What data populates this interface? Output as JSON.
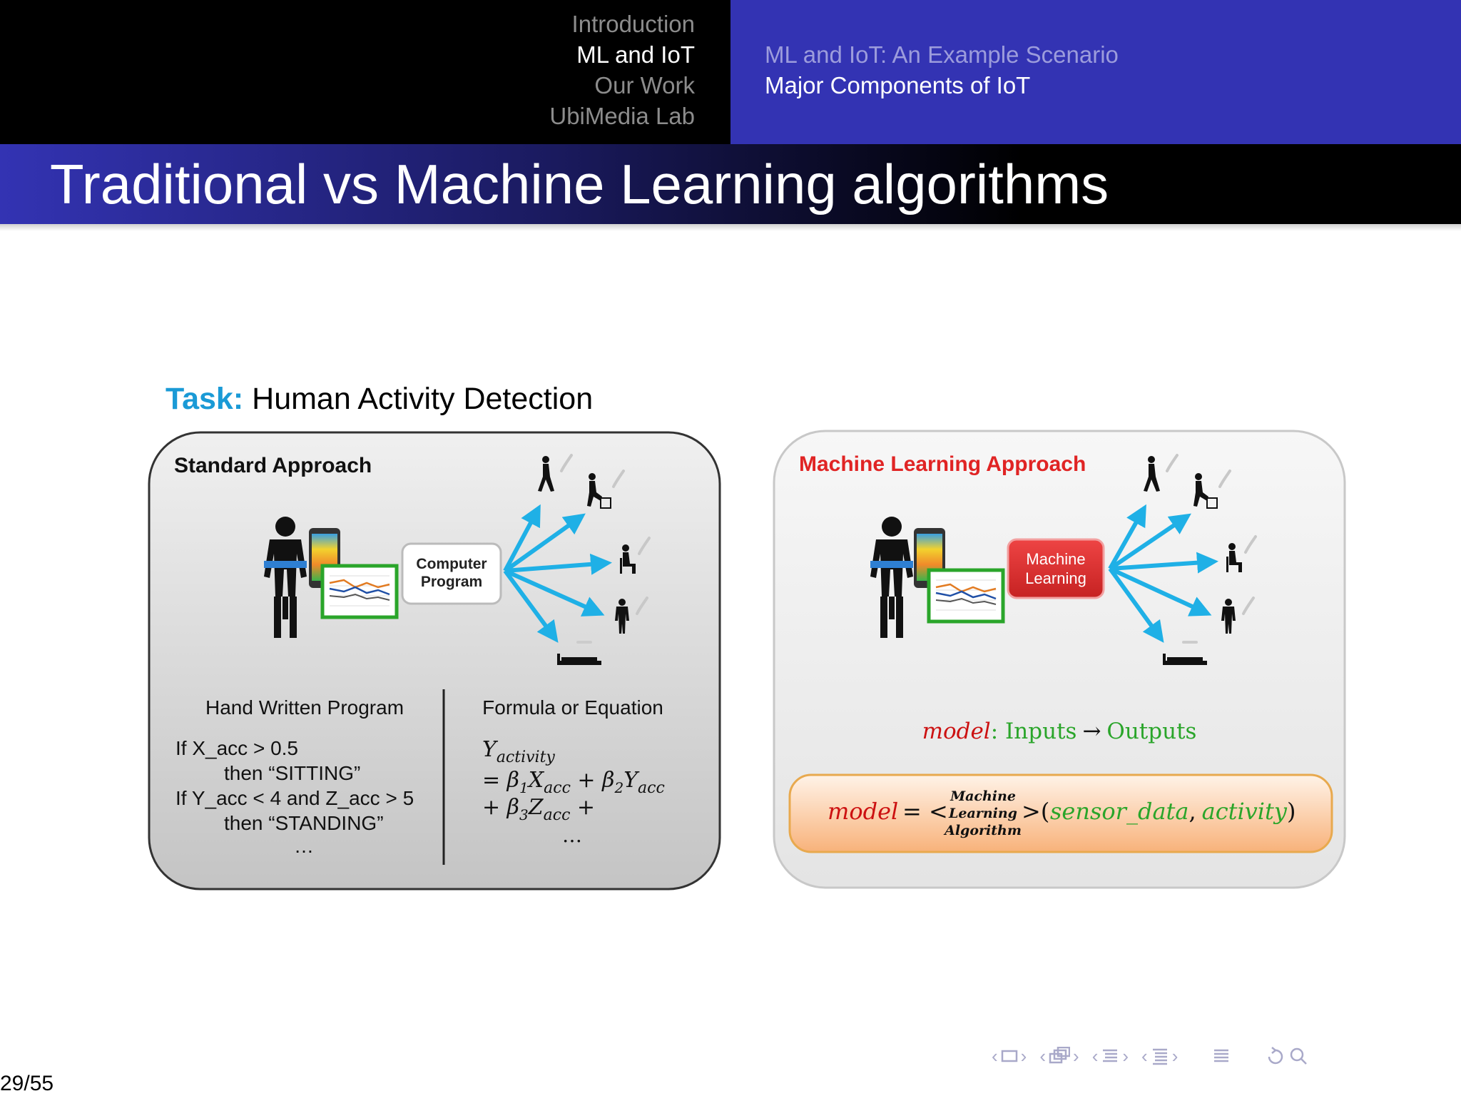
{
  "header": {
    "sections": [
      {
        "label": "Introduction",
        "active": false
      },
      {
        "label": "ML and IoT",
        "active": true
      },
      {
        "label": "Our Work",
        "active": false
      },
      {
        "label": "UbiMedia Lab",
        "active": false
      }
    ],
    "subsections": [
      {
        "label": "ML and IoT: An Example Scenario",
        "active": false
      },
      {
        "label": "Major Components of IoT",
        "active": true
      }
    ]
  },
  "slide": {
    "title": "Traditional vs Machine Learning algorithms",
    "task_label": "Task:",
    "task_text": "Human Activity Detection",
    "standard": {
      "heading": "Standard Approach",
      "box_line1": "Computer",
      "box_line2": "Program",
      "hand_written_title": "Hand Written Program",
      "hand_written_lines": [
        "If X_acc > 0.5",
        "then “SITTING”",
        "If Y_acc < 4 and Z_acc > 5",
        "then “STANDING”",
        "…"
      ],
      "formula_title": "Formula or Equation",
      "formula_y": "Y",
      "formula_y_sub": "activity",
      "formula_line2": "= β₁X + β₂Y",
      "formula_line3": "+ β₃Z +",
      "formula_sub": "acc",
      "formula_ellipsis": "…"
    },
    "ml": {
      "heading": "Machine Learning Approach",
      "box_line1": "Machine",
      "box_line2": "Learning",
      "model_word": "model",
      "model_rest_inputs": "Inputs",
      "model_arrow": "→",
      "model_outputs": "Outputs",
      "eq_model": "model",
      "eq_equals": "= <",
      "eq_stack": [
        "Machine",
        "Learning",
        "Algorithm"
      ],
      "eq_gt_paren": ">(",
      "eq_sensor": "sensor_data",
      "eq_comma": ",",
      "eq_activity": "activity",
      "eq_close": ")"
    }
  },
  "footer": {
    "page": "29/55"
  },
  "colors": {
    "header_left": "#000000",
    "header_right": "#3333b3",
    "task_blue": "#1a9ad6",
    "ml_red": "#e02424",
    "arrow_blue": "#1fb0e6",
    "formula_green": "#2aa52a",
    "model_red": "#cc1111"
  },
  "icons": {
    "nav": [
      "arrow-left-icon",
      "frame-icon",
      "arrow-right-icon",
      "arrow-left-icon",
      "subsection-icon",
      "arrow-right-icon",
      "arrow-left-icon",
      "section-icon",
      "arrow-right-icon",
      "arrow-left-icon",
      "list-icon",
      "arrow-right-icon",
      "align-icon",
      "undo-icon",
      "search-icon"
    ]
  }
}
